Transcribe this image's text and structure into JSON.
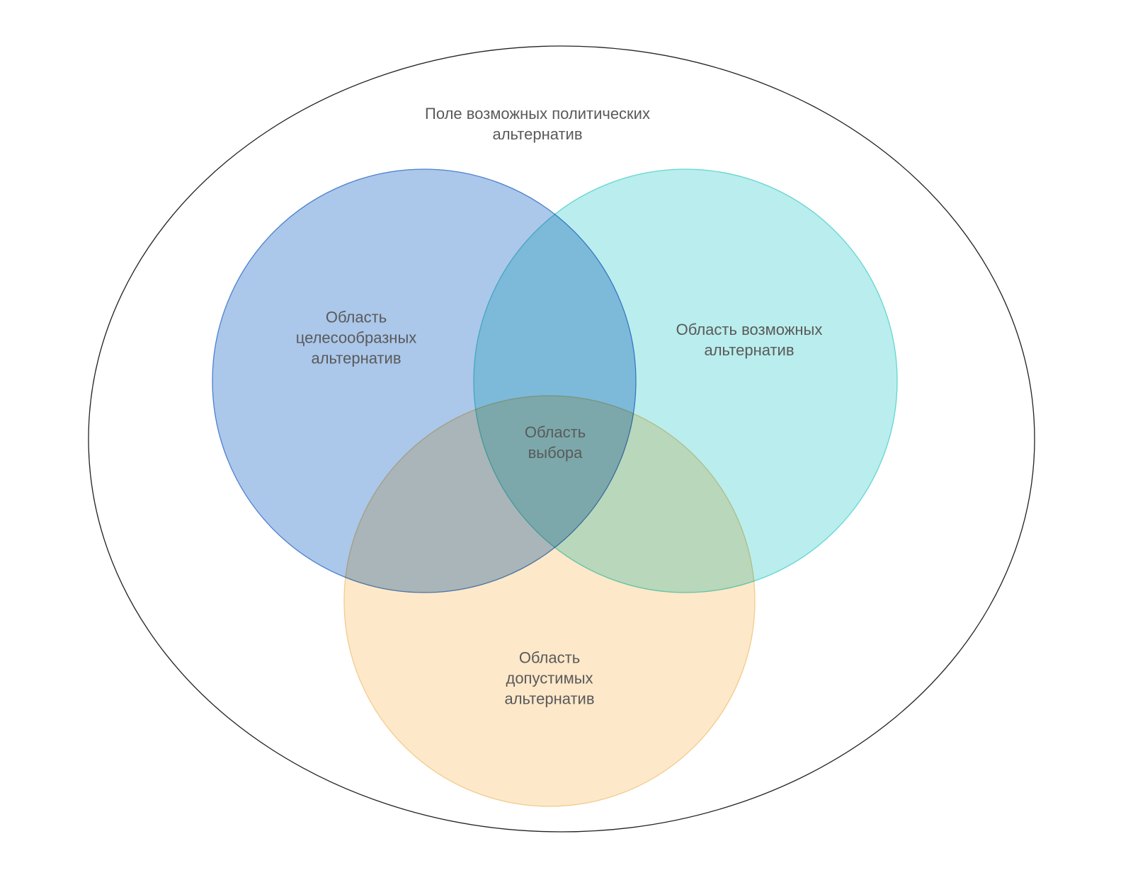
{
  "outer": {
    "label_lines": [
      "Поле возможных политических",
      "альтернатив"
    ],
    "stroke": "#222222"
  },
  "circles": [
    {
      "id": "expedient",
      "label_lines": [
        "Область",
        "целесообразных",
        "альтернатив"
      ],
      "fill": "#abc7ea",
      "stroke": "#4a80d0"
    },
    {
      "id": "possible",
      "label_lines": [
        "Область возможных",
        "альтернатив"
      ],
      "fill": "#baeded",
      "stroke": "#62d6d2"
    },
    {
      "id": "acceptable",
      "label_lines": [
        "Область",
        "допустимых",
        "альтернатив"
      ],
      "fill": "#fde8c9",
      "stroke": "#f3cc8e"
    }
  ],
  "center": {
    "label_lines": [
      "Область",
      "выбора"
    ]
  }
}
